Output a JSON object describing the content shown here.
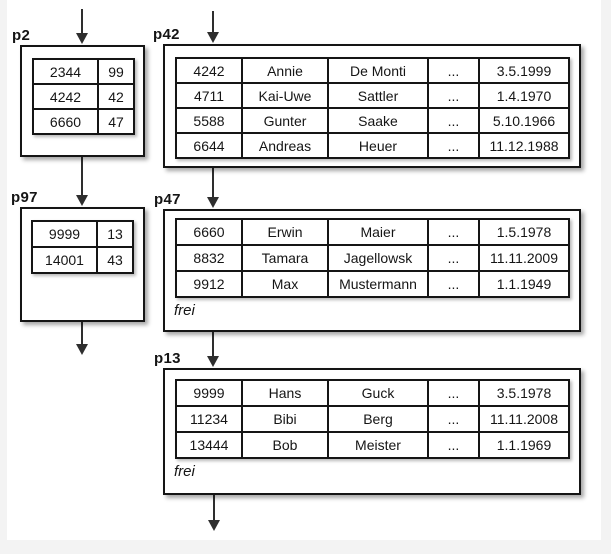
{
  "colors": {
    "ink": "#151515",
    "line": "#2e2e2e",
    "page_bg": "#ffffff",
    "margin_bg": "#f3f3f3"
  },
  "pages": [
    {
      "label": "p2",
      "kind": "index-page",
      "rows": [
        [
          "2344",
          "99"
        ],
        [
          "4242",
          "42"
        ],
        [
          "6660",
          "47"
        ]
      ]
    },
    {
      "label": "p42",
      "kind": "data-page",
      "rows": [
        [
          "4242",
          "Annie",
          "De Monti",
          "...",
          "3.5.1999"
        ],
        [
          "4711",
          "Kai-Uwe",
          "Sattler",
          "...",
          "1.4.1970"
        ],
        [
          "5588",
          "Gunter",
          "Saake",
          "...",
          "5.10.1966"
        ],
        [
          "6644",
          "Andreas",
          "Heuer",
          "...",
          "11.12.1988"
        ]
      ]
    },
    {
      "label": "p97",
      "kind": "index-page",
      "rows": [
        [
          "9999",
          "13"
        ],
        [
          "14001",
          "43"
        ]
      ]
    },
    {
      "label": "p47",
      "kind": "data-page",
      "free_label": "frei",
      "rows": [
        [
          "6660",
          "Erwin",
          "Maier",
          "...",
          "1.5.1978"
        ],
        [
          "8832",
          "Tamara",
          "Jagellowsk",
          "...",
          "11.11.2009"
        ],
        [
          "9912",
          "Max",
          "Mustermann",
          "...",
          "1.1.1949"
        ]
      ]
    },
    {
      "label": "p13",
      "kind": "data-page",
      "free_label": "frei",
      "rows": [
        [
          "9999",
          "Hans",
          "Guck",
          "...",
          "3.5.1978"
        ],
        [
          "11234",
          "Bibi",
          "Berg",
          "...",
          "11.11.2008"
        ],
        [
          "13444",
          "Bob",
          "Meister",
          "...",
          "1.1.1969"
        ]
      ]
    }
  ]
}
